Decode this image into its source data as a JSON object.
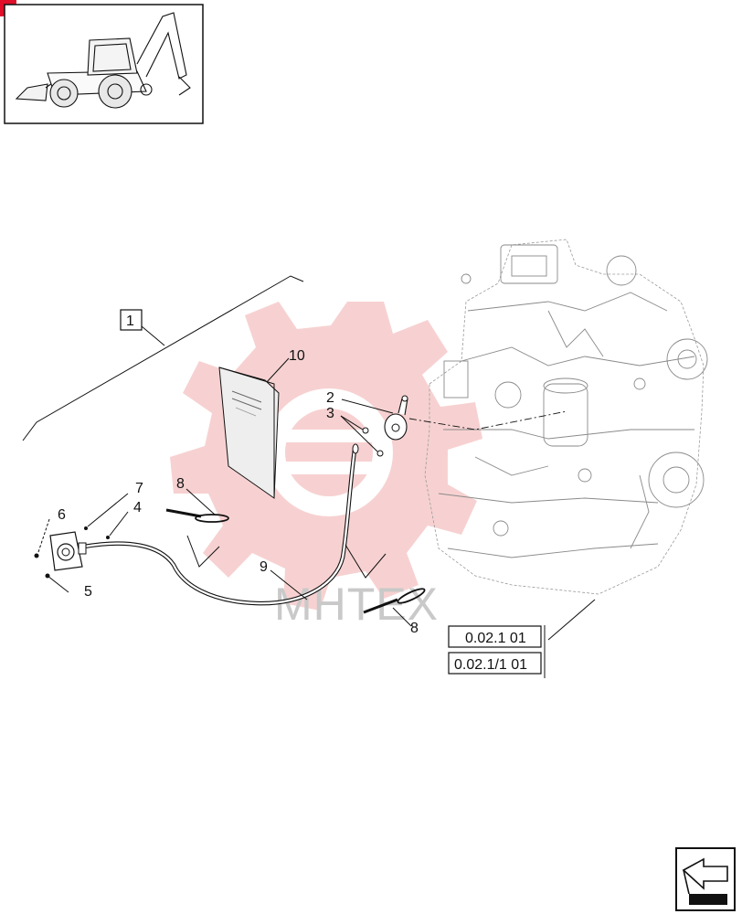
{
  "callouts": {
    "c1": "1",
    "c2": "2",
    "c3": "3",
    "c4": "4",
    "c5": "5",
    "c6": "6",
    "c7": "7",
    "c8a": "8",
    "c8b": "8",
    "c9": "9",
    "c10": "10"
  },
  "references": {
    "ref1": "0.02.1 01",
    "ref2": "0.02.1/1 01"
  },
  "watermark": "MHTEX",
  "colors": {
    "watermark_gear": "#f6c9c9",
    "corner_badge": "#e0102a",
    "line": "#111111"
  },
  "icons": {
    "thumbnail": "backhoe-loader-icon",
    "navigation": "next-page-arrow-icon"
  }
}
